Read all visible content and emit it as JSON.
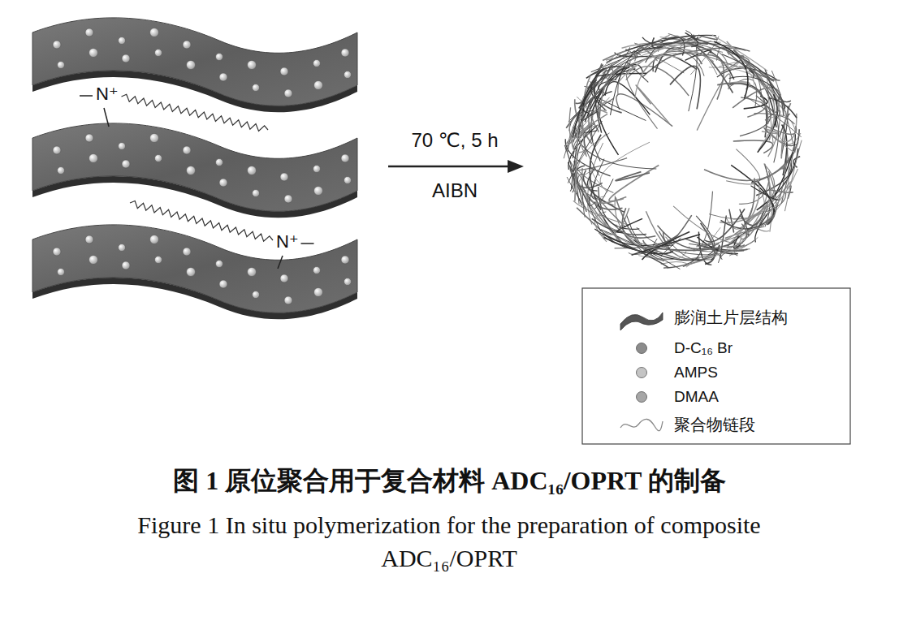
{
  "diagram": {
    "caption": "图 1 原位聚合用于复合材料 ADC₁₆/OPRT 的制备",
    "labels": [
      "N⁺",
      "N⁺",
      "70 ℃, 5 h",
      "AIBN",
      "Figure 1 In situ polymerization for the preparation of composite ADC₁₆/OPRT"
    ],
    "legend": [
      {
        "text": "膨润土片层结构"
      },
      {
        "text": "D-C₁₆ Br",
        "color": "#8c8c8c"
      },
      {
        "text": "AMPS",
        "color": "#c4c4c4"
      },
      {
        "text": "DMAA",
        "color": "#a6a6a6"
      },
      {
        "text": "聚合物链段"
      }
    ]
  }
}
